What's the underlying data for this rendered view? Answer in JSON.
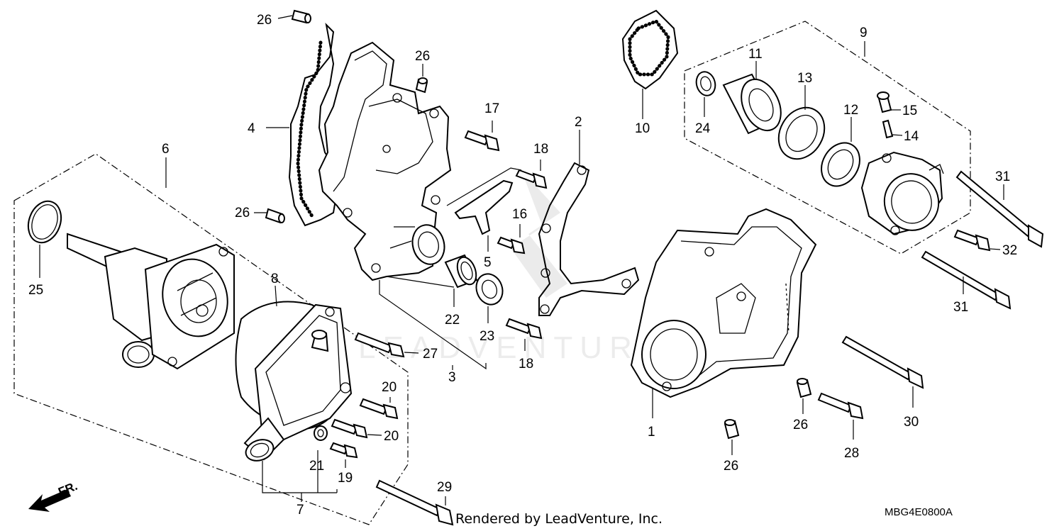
{
  "diagram": {
    "watermark": "LEADVENTURE",
    "footer": {
      "credit": "Rendered by LeadVenture, Inc.",
      "code": "MBG4E0800A",
      "direction": "FR."
    },
    "callouts": {
      "p1": "1",
      "p2": "2",
      "p3": "3",
      "p4": "4",
      "p5": "5",
      "p6": "6",
      "p7": "7",
      "p8": "8",
      "p9": "9",
      "p10": "10",
      "p11": "11",
      "p12": "12",
      "p13": "13",
      "p14": "14",
      "p15": "15",
      "p16": "16",
      "p17": "17",
      "p18a": "18",
      "p18b": "18",
      "p19": "19",
      "p20a": "20",
      "p20b": "20",
      "p21": "21",
      "p22": "22",
      "p23": "23",
      "p24": "24",
      "p25": "25",
      "p26a": "26",
      "p26b": "26",
      "p26c": "26",
      "p26d": "26",
      "p26e": "26",
      "p27": "27",
      "p28": "28",
      "p29": "29",
      "p30": "30",
      "p31a": "31",
      "p31b": "31",
      "p32": "32"
    }
  }
}
